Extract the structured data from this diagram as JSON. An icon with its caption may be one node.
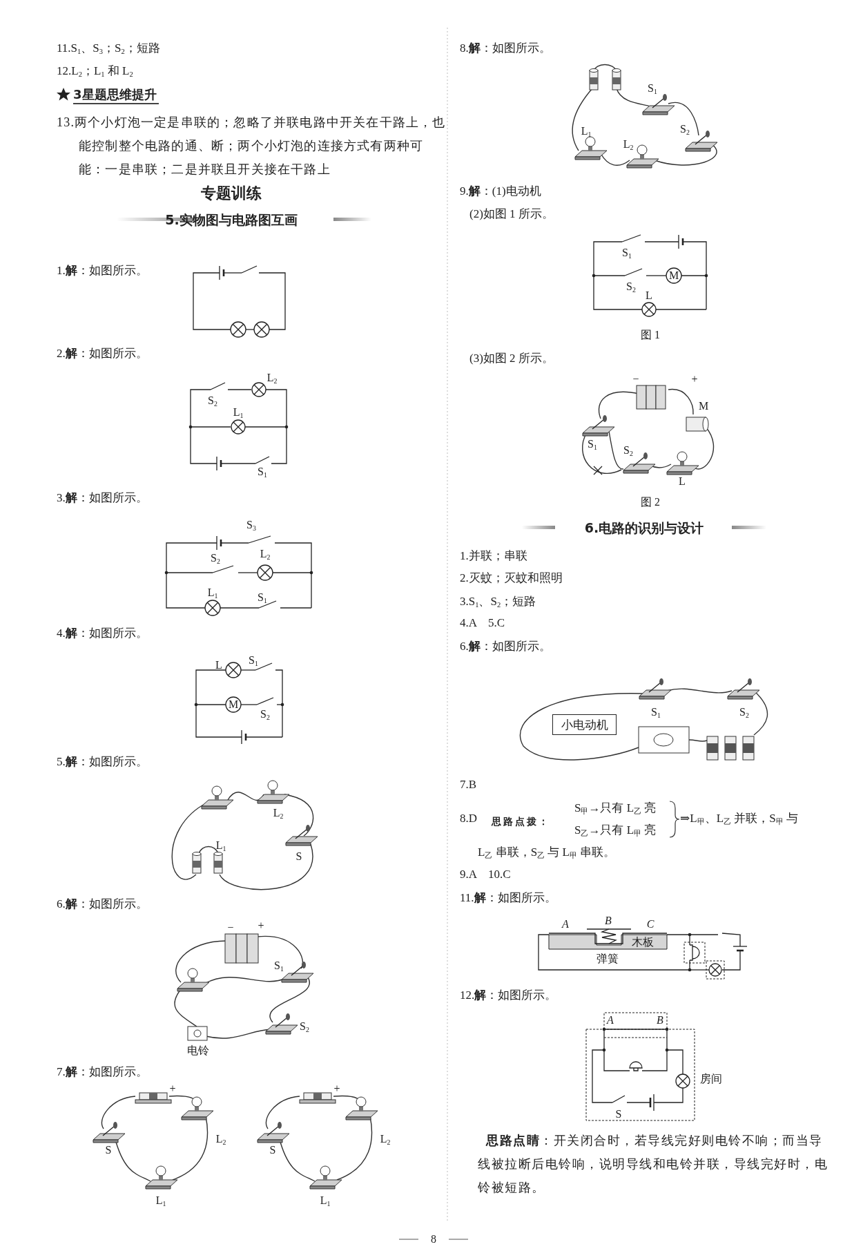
{
  "diagram": {
    "nodes": [
      {
        "text": [
          "小电动机"
        ]
      }
    ],
    "labels": [
      "11.S$_{1}$、S$_{3}$；S$_{2}$；短路",
      "12.L$_{2}$；L$_{1}$ 和 L$_{2}$",
      "3星题思维提升",
      "13.两个小灯泡一定是串联的；忽略了并联电路中开关在干路上，也能控制整个电路的通、断；两个小灯泡的连接方式有两种可能：一是串联；二是并联且开关接在干路上",
      "专题训练",
      "5.实物图与电路图互画",
      "1.**解**：如图所示。",
      "2.**解**：如图所示。",
      "L$_{2}$",
      "S$_{2}$",
      "L$_{1}$",
      "S$_{1}$",
      "3.**解**：如图所示。",
      "S$_{3}$",
      "S$_{2}$",
      "L$_{2}$",
      "L$_{1}$",
      "S$_{1}$",
      "4.**解**：如图所示。",
      "L",
      "S$_{1}$",
      "M",
      "S$_{2}$",
      "5.**解**：如图所示。",
      "L$_{2}$",
      "L$_{1}$",
      "S",
      "6.**解**：如图所示。",
      "−",
      "+",
      "S$_{1}$",
      "S$_{2}$",
      "电铃",
      "7.**解**：如图所示。",
      "+",
      "+",
      "S",
      "L$_{2}$",
      "S",
      "L$_{2}$",
      "L$_{1}$",
      "L$_{1}$",
      "8",
      "8.**解**：如图所示。",
      "S$_{1}$",
      "L$_{1}$",
      "S$_{2}$",
      "L$_{2}$",
      "9.**解**：(1)电动机",
      "(2)如图 1 所示。",
      "S$_{1}$",
      "M",
      "S$_{2}$",
      "L",
      "图 1",
      "(3)如图 2 所示。",
      "−",
      "+",
      "M",
      "S$_{1}$",
      "S$_{2}$",
      "L",
      "图 2",
      "6.电路的识别与设计",
      "1.并联；串联",
      "2.灭蚊；灭蚊和照明",
      "3.S$_{1}$、S$_{2}$；短路",
      "4.A　5.C",
      "6.**解**：如图所示。",
      "S$_{1}$",
      "S$_{2}$",
      "7.B",
      "8.D",
      "思路点拨：",
      "S$_{甲}$→只有 L$_{乙}$ 亮",
      "S$_{乙}$→只有 L$_{甲}$ 亮",
      "⇒L$_{甲}$、L$_{乙}$ 并联，S$_{甲}$ 与",
      "L$_{乙}$ 串联，S$_{乙}$ 与 L$_{甲}$ 串联。",
      "9.A　10.C",
      "11.**解**：如图所示。",
      "A",
      "B",
      "C",
      "木板",
      "弹簧",
      "12.**解**：如图所示。",
      "A",
      "B",
      "房间",
      "S",
      "**思路点睛**：开关闭合时，若导线完好则电铃不响；而当导线被拉断后电铃响，说明导线和电铃并联，导线完好时，电铃被短路。"
    ]
  }
}
